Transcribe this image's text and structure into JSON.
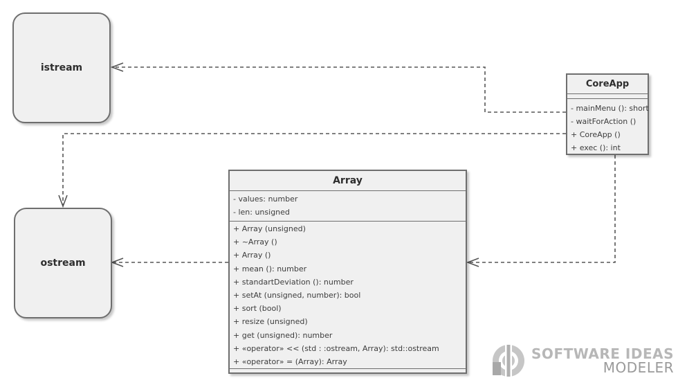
{
  "diagram": {
    "nodes": {
      "istream": {
        "label": "istream"
      },
      "ostream": {
        "label": "ostream"
      },
      "coreapp": {
        "name": "CoreApp",
        "operations": [
          "- mainMenu (): short",
          "- waitForAction ()",
          "+ CoreApp ()",
          "+ exec (): int"
        ]
      },
      "array": {
        "name": "Array",
        "attributes": [
          "- values: number",
          "- len: unsigned"
        ],
        "operations": [
          "+ Array (unsigned)",
          "+ ~Array ()",
          "+ Array ()",
          "+ mean (): number",
          "+ standartDeviation (): number",
          "+ setAt (unsigned, number): bool",
          "+ sort (bool)",
          "+ resize (unsigned)",
          "+ get (unsigned): number",
          "+ «operator» << (std : :ostream, Array): std::ostream",
          "+ «operator» = (Array): Array"
        ]
      }
    },
    "edges": [
      {
        "from": "CoreApp",
        "to": "istream",
        "type": "dependency"
      },
      {
        "from": "CoreApp",
        "to": "ostream",
        "type": "dependency"
      },
      {
        "from": "CoreApp",
        "to": "Array",
        "type": "dependency"
      },
      {
        "from": "Array",
        "to": "ostream",
        "type": "dependency"
      }
    ]
  },
  "watermark": {
    "line1": "SOFTWARE IDEAS",
    "line2": "MODELER"
  },
  "colors": {
    "box_fill": "#f0f0f0",
    "box_border": "#6e6e6e",
    "connector": "#555555"
  }
}
